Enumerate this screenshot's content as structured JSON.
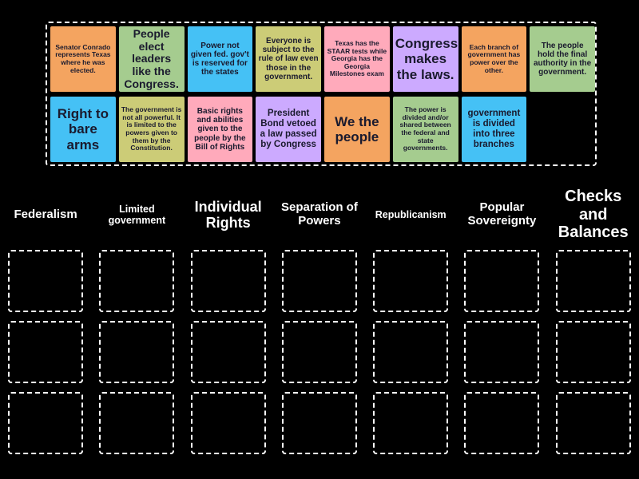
{
  "activity": {
    "type": "drag-and-drop-group-sort",
    "background_color": "#000000",
    "tile_text_color": "#1a1a2e",
    "header_text_color": "#ffffff",
    "dash_border_color": "#ffffff"
  },
  "tray": {
    "name": "tile-tray",
    "tiles": [
      {
        "id": "t1",
        "text": "Senator Conrado represents Texas where he was elected.",
        "color": "#F4A460",
        "size": "fs-xs"
      },
      {
        "id": "t2",
        "text": "People elect leaders like the Congress.",
        "color": "#A5CC8F",
        "size": "fs-l"
      },
      {
        "id": "t3",
        "text": "Power not given fed. gov't is reserved for the states",
        "color": "#45C1F5",
        "size": "fs-s"
      },
      {
        "id": "t4",
        "text": "Everyone is subject to the rule of law even those in the government.",
        "color": "#CCCC77",
        "size": "fs-s"
      },
      {
        "id": "t5",
        "text": "Texas has the STAAR tests while Georgia has the Georgia Milestones exam",
        "color": "#FFAABB",
        "size": "fs-xs"
      },
      {
        "id": "t6",
        "text": "Congress makes the laws.",
        "color": "#CCAAFF",
        "size": "fs-xl"
      },
      {
        "id": "t7",
        "text": "Each branch of government has power over the other.",
        "color": "#F4A460",
        "size": "fs-xs"
      },
      {
        "id": "t8",
        "text": "The people hold the final authority in the government.",
        "color": "#A5CC8F",
        "size": "fs-s"
      },
      {
        "id": "t9",
        "text": "Right to bare arms",
        "color": "#45C1F5",
        "size": "fs-xl"
      },
      {
        "id": "t10",
        "text": "The government is not all powerful. It is limited to the powers given to them by the Constitution.",
        "color": "#CCCC77",
        "size": "fs-xs"
      },
      {
        "id": "t11",
        "text": "Basic rights and abilities given to the people by the Bill of Rights",
        "color": "#FFAABB",
        "size": "fs-s"
      },
      {
        "id": "t12",
        "text": "President Bond vetoed a law passed by Congress",
        "color": "#CCAAFF",
        "size": "fs-m"
      },
      {
        "id": "t13",
        "text": "We the people",
        "color": "#F4A460",
        "size": "fs-xl"
      },
      {
        "id": "t14",
        "text": "The power is divided and/or shared between the federal and state governments.",
        "color": "#A5CC8F",
        "size": "fs-xs"
      },
      {
        "id": "t15",
        "text": "government is divided into three branches",
        "color": "#45C1F5",
        "size": "fs-m"
      },
      {
        "id": "t16",
        "text": "",
        "color": "transparent",
        "size": "fs-s"
      }
    ]
  },
  "columns": [
    {
      "id": "c1",
      "label": "Federalism",
      "header_size": "hdr-m",
      "dropzone_count": 3
    },
    {
      "id": "c2",
      "label": "Limited government",
      "header_size": "hdr-s",
      "dropzone_count": 3
    },
    {
      "id": "c3",
      "label": "Individual Rights",
      "header_size": "hdr-l",
      "dropzone_count": 3
    },
    {
      "id": "c4",
      "label": "Separation of Powers",
      "header_size": "hdr-m",
      "dropzone_count": 3
    },
    {
      "id": "c5",
      "label": "Republicanism",
      "header_size": "hdr-s",
      "dropzone_count": 3
    },
    {
      "id": "c6",
      "label": "Popular Sovereignty",
      "header_size": "hdr-m",
      "dropzone_count": 3
    },
    {
      "id": "c7",
      "label": "Checks and Balances",
      "header_size": "hdr-xl",
      "dropzone_count": 3
    }
  ]
}
